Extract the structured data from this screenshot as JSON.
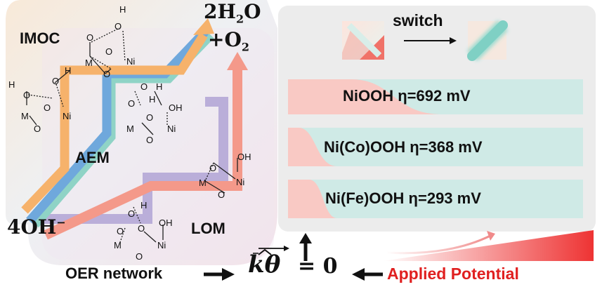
{
  "left_panel": {
    "labels": {
      "imoc": "IMOC",
      "aem": "AEM",
      "lom": "LOM",
      "reactant_coef": "4",
      "reactant_species": "OH",
      "reactant_charge": "−",
      "product_water": "2H",
      "product_water_sub": "2",
      "product_water_o": "O",
      "product_o2": "+O",
      "product_o2_sub": "2"
    },
    "path_colors": {
      "imoc": "#f6b26b",
      "aem": "#6fa8dc",
      "aem_inner": "#8fd3c6",
      "lom": "#f4998a",
      "lom_inner": "#b4a7d6"
    },
    "atoms": {
      "h": "H",
      "o": "O",
      "m": "M",
      "ni": "Ni",
      "oh": "OH"
    }
  },
  "right_panel": {
    "switch_label": "switch",
    "rows": [
      {
        "text": "NiOOH η=692 mV"
      },
      {
        "text": "Ni(Co)OOH η=368 mV"
      },
      {
        "text": "Ni(Fe)OOH η=293 mV"
      }
    ],
    "colors": {
      "teal": "#cfeae6",
      "pink": "#f9c9c4",
      "panel": "#ececec"
    }
  },
  "bottom": {
    "network_label": "OER network",
    "equation_k": "k",
    "equation_theta": "θ",
    "equation_rhs": "= 0",
    "potential_label": "Applied Potential",
    "potential_color": "#e02020"
  }
}
